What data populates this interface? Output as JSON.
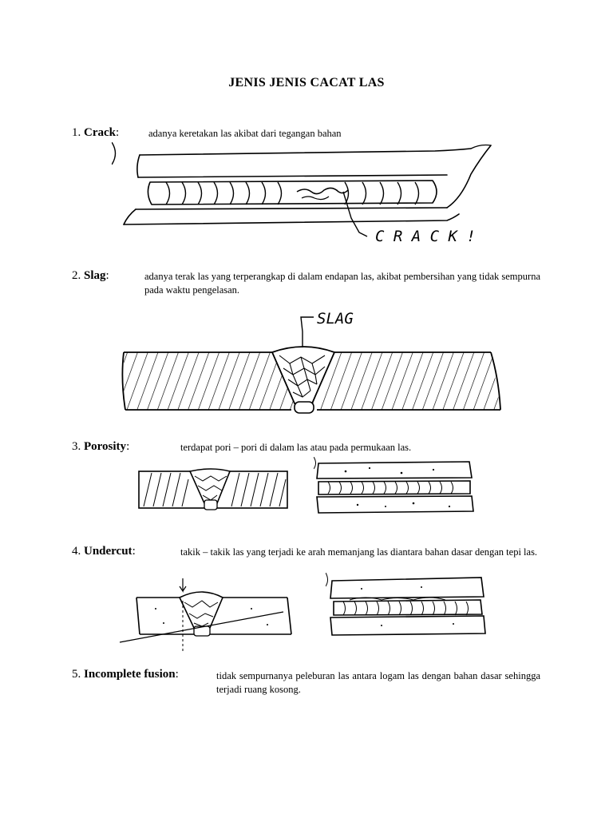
{
  "title": "JENIS JENIS CACAT LAS",
  "sections": [
    {
      "num": "1.",
      "term": "Crack",
      "sep": ":",
      "desc": "adanya keretakan las akibat dari tegangan bahan",
      "figure_label": "C R A C K !"
    },
    {
      "num": "2.",
      "term": "Slag",
      "sep": ":",
      "desc": "adanya terak las yang terperangkap di dalam endapan las, akibat pembersihan yang tidak sempurna pada waktu pengelasan.",
      "figure_label": "SLAG"
    },
    {
      "num": "3.",
      "term": "Porosity",
      "sep": ":",
      "desc": "terdapat pori – pori di dalam las atau pada permukaan las."
    },
    {
      "num": "4.",
      "term": "Undercut",
      "sep": ":",
      "desc": "takik – takik las yang terjadi ke arah memanjang las diantara bahan dasar dengan tepi las."
    },
    {
      "num": "5.",
      "term": "Incomplete fusion",
      "sep": ":",
      "desc": "tidak sempurnanya peleburan las antara logam las dengan bahan dasar sehingga terjadi ruang kosong."
    }
  ]
}
